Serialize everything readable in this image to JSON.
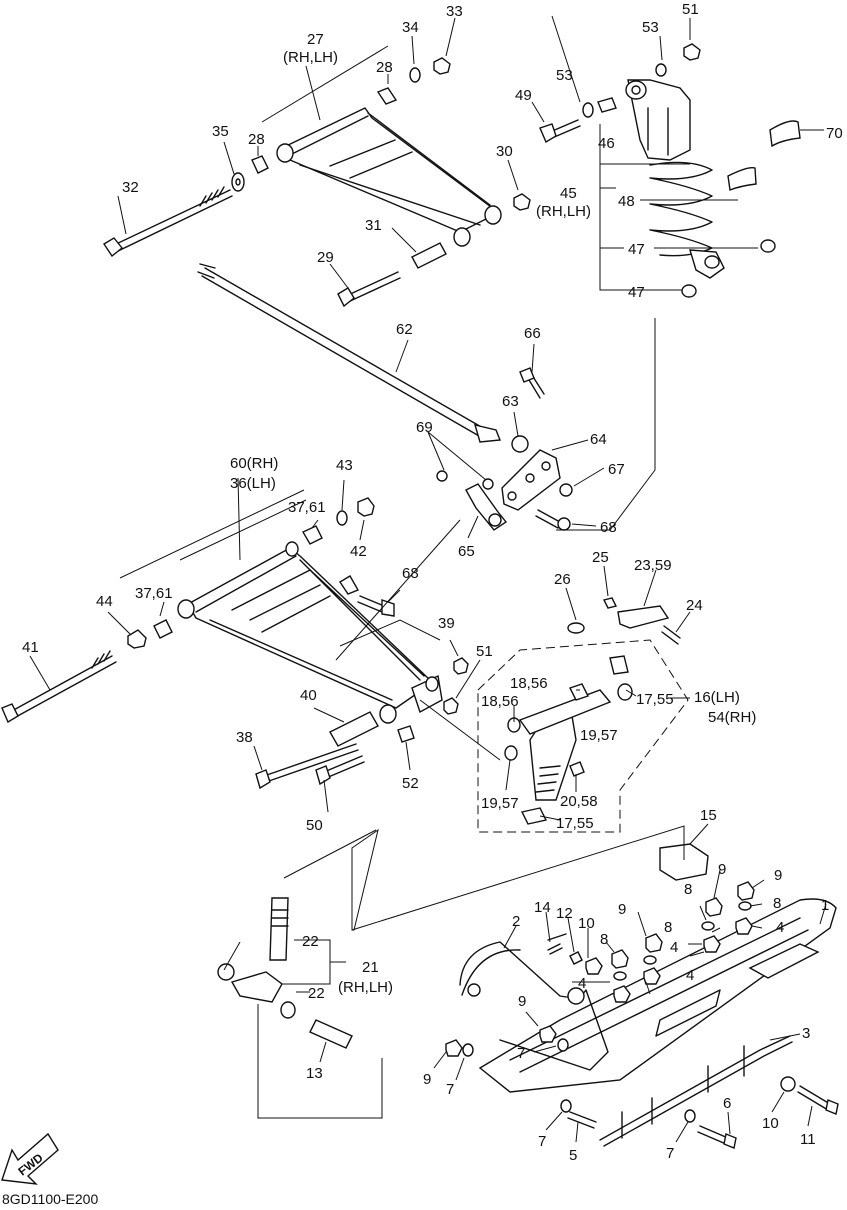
{
  "diagram_code": "8GD1100-E200",
  "fwd_label": "FWD",
  "callouts": {
    "c1": "1",
    "c2": "2",
    "c3": "3",
    "c4a": "4",
    "c4b": "4",
    "c4c": "4",
    "c4d": "4",
    "c5": "5",
    "c6": "6",
    "c7a": "7",
    "c7b": "7",
    "c7c": "7",
    "c7d": "7",
    "c8a": "8",
    "c8b": "8",
    "c8c": "8",
    "c8d": "8",
    "c9a": "9",
    "c9b": "9",
    "c9c": "9",
    "c9d": "9",
    "c9e": "9",
    "c10a": "10",
    "c10b": "10",
    "c11": "11",
    "c12": "12",
    "c13": "13",
    "c14": "14",
    "c15": "15",
    "c16": "16(LH)",
    "c54": "54(RH)",
    "c17a": "17,55",
    "c17b": "17,55",
    "c18a": "18,56",
    "c18b": "18,56",
    "c19a": "19,57",
    "c19b": "19,57",
    "c20": "20,58",
    "c21": "21",
    "c21sub": "(RH,LH)",
    "c22a": "22",
    "c22b": "22",
    "c23": "23,59",
    "c24": "24",
    "c25": "25",
    "c26": "26",
    "c27": "27",
    "c27sub": "(RH,LH)",
    "c28a": "28",
    "c28b": "28",
    "c29": "29",
    "c30": "30",
    "c31": "31",
    "c32": "32",
    "c33": "33",
    "c34": "34",
    "c35": "35",
    "c36": "36(LH)",
    "c60": "60(RH)",
    "c37a": "37,61",
    "c37b": "37,61",
    "c38": "38",
    "c39": "39",
    "c40": "40",
    "c41": "41",
    "c42": "42",
    "c43": "43",
    "c44": "44",
    "c45": "45",
    "c45sub": "(RH,LH)",
    "c46": "46",
    "c47a": "47",
    "c47b": "47",
    "c48": "48",
    "c49": "49",
    "c50": "50",
    "c51a": "51",
    "c51b": "51",
    "c52": "52",
    "c53a": "53",
    "c53b": "53",
    "c62": "62",
    "c63": "63",
    "c64": "64",
    "c65": "65",
    "c66": "66",
    "c67": "67",
    "c68a": "68",
    "c68b": "68",
    "c69": "69",
    "c70": "70"
  }
}
